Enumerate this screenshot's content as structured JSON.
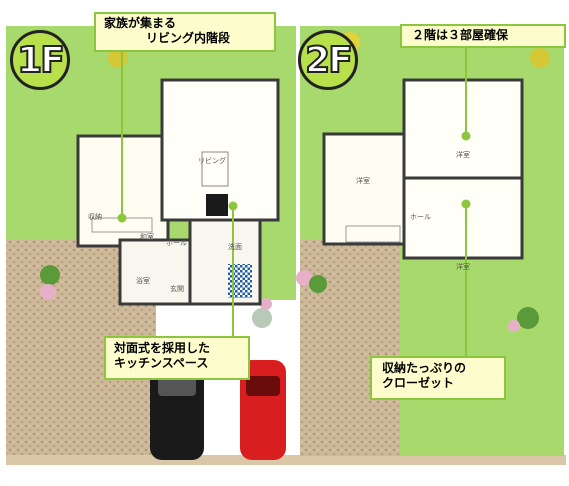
{
  "floor1": {
    "badge": "1F",
    "callout_top_line1": "家族が集まる",
    "callout_top_line2": "リビング内階段",
    "callout_bottom_line1": "対面式を採用した",
    "callout_bottom_line2": "キッチンスペース",
    "rooms": {
      "living": "リビング",
      "dining": "和室",
      "hall": "ホール",
      "bath": "浴室",
      "entrance": "玄関",
      "wash": "洗面",
      "storage": "収納"
    }
  },
  "floor2": {
    "badge": "2F",
    "callout_top": "２階は３部屋確保",
    "callout_bottom_line1": "収納たっぷりの",
    "callout_bottom_line2": "クローゼット",
    "rooms": {
      "bedroom_left": "洋室",
      "bedroom_top": "洋室",
      "bedroom_right": "洋室",
      "hall": "ホール"
    }
  },
  "colors": {
    "lawn": "#a6d86a",
    "lawn_dark": "#8cc63f",
    "callout_bg": "#fdfccc",
    "wall": "#3a3a3a",
    "paving": "#c9b596",
    "car_red": "#d81e1e",
    "car_black": "#1a1a1a"
  }
}
